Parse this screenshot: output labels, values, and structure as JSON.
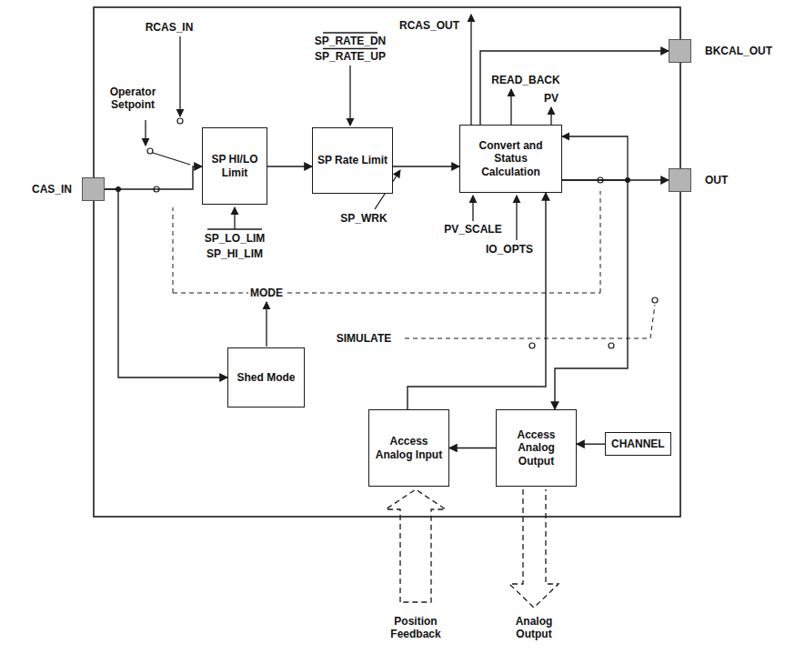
{
  "diagram": {
    "nodes": [
      {
        "text": [
          "BKCAL_OUT"
        ]
      },
      {
        "text": [
          "SP HI/LO Limit"
        ]
      },
      {
        "text": [
          "SP Rate Limit"
        ]
      },
      {
        "text": [
          "Convert and Status Calculation"
        ]
      },
      {
        "text": [
          "CAS_IN"
        ]
      },
      {
        "text": [
          "OUT"
        ]
      },
      {
        "text": [
          "Shed Mode"
        ]
      },
      {
        "text": [
          "Access Analog Input"
        ]
      },
      {
        "text": [
          "Access Analog Output"
        ]
      },
      {
        "text": [
          "CHANNEL"
        ]
      }
    ],
    "edges": [
      {
        "from": 4,
        "to": 1,
        "arrow": "to"
      },
      {
        "from": 4,
        "to": 6,
        "arrow": "to"
      },
      {
        "from": 1,
        "to": 2,
        "arrow": "to"
      },
      {
        "from": 2,
        "to": 3,
        "arrow": "to"
      },
      {
        "from": 3,
        "to": 5,
        "arrow": "to"
      },
      {
        "from": 3,
        "to": 0,
        "arrow": "to"
      },
      {
        "from": 8,
        "to": 7,
        "arrow": "to"
      },
      {
        "from": 9,
        "to": 8,
        "arrow": "to"
      },
      {
        "from": 3,
        "to": 8,
        "arrow": "to"
      },
      {
        "from": 7,
        "to": 3,
        "arrow": "to"
      }
    ],
    "labels": [
      "RCAS_IN",
      "Operator Setpoint",
      "RCAS_OUT",
      "SP_RATE_DN",
      "SP_RATE_UP",
      "READ_BACK",
      "PV",
      "SP_WRK",
      "PV_SCALE",
      "IO_OPTS",
      "SP_LO_LIM",
      "SP_HI_LIM",
      "MODE",
      "SIMULATE",
      "Position Feedback",
      "Analog Output"
    ]
  }
}
